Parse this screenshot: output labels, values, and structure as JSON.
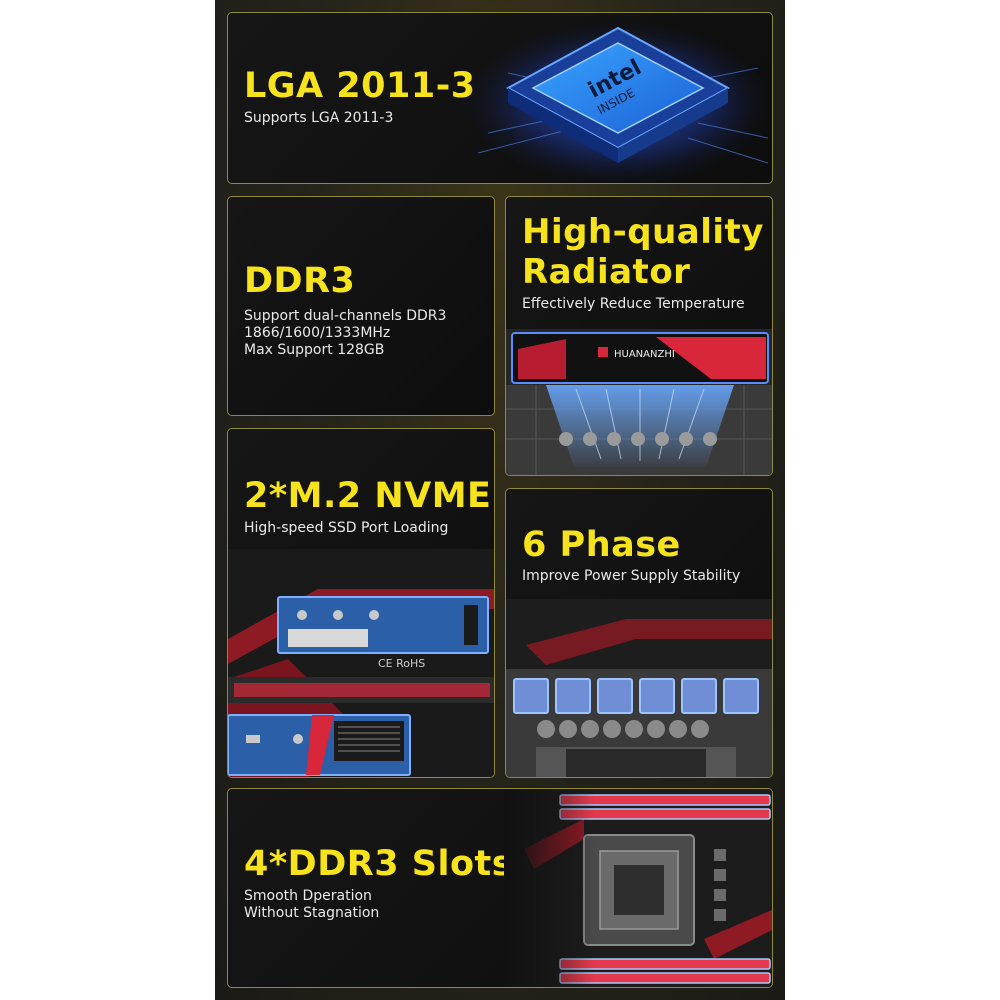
{
  "cards": {
    "lga": {
      "title": "LGA 2011-3",
      "sub": "Supports LGA 2011-3",
      "chip_brand": "intel",
      "chip_line": "INSIDE"
    },
    "ddr3": {
      "title": "DDR3",
      "lines": [
        "Support dual-channels DDR3",
        "1866/1600/1333MHz",
        "Max Support 128GB"
      ]
    },
    "radiator": {
      "title_lines": [
        "High-quality",
        "Radiator"
      ],
      "sub": "Effectively Reduce Temperature",
      "brand": "HUANANZHI"
    },
    "m2": {
      "title": "2*M.2 NVME",
      "sub": "High-speed SSD Port Loading",
      "cert": "CE RoHS"
    },
    "phase": {
      "title": "6 Phase",
      "sub": "Improve Power Supply Stability"
    },
    "slots": {
      "title": "4*DDR3 Slots",
      "lines": [
        "Smooth Dperation",
        "Without Stagnation"
      ]
    }
  },
  "colors": {
    "accent": "#f7e31c",
    "card_border": "#8f8a3a",
    "glow_blue": "#3f7bff",
    "board_red": "#e0243a"
  }
}
